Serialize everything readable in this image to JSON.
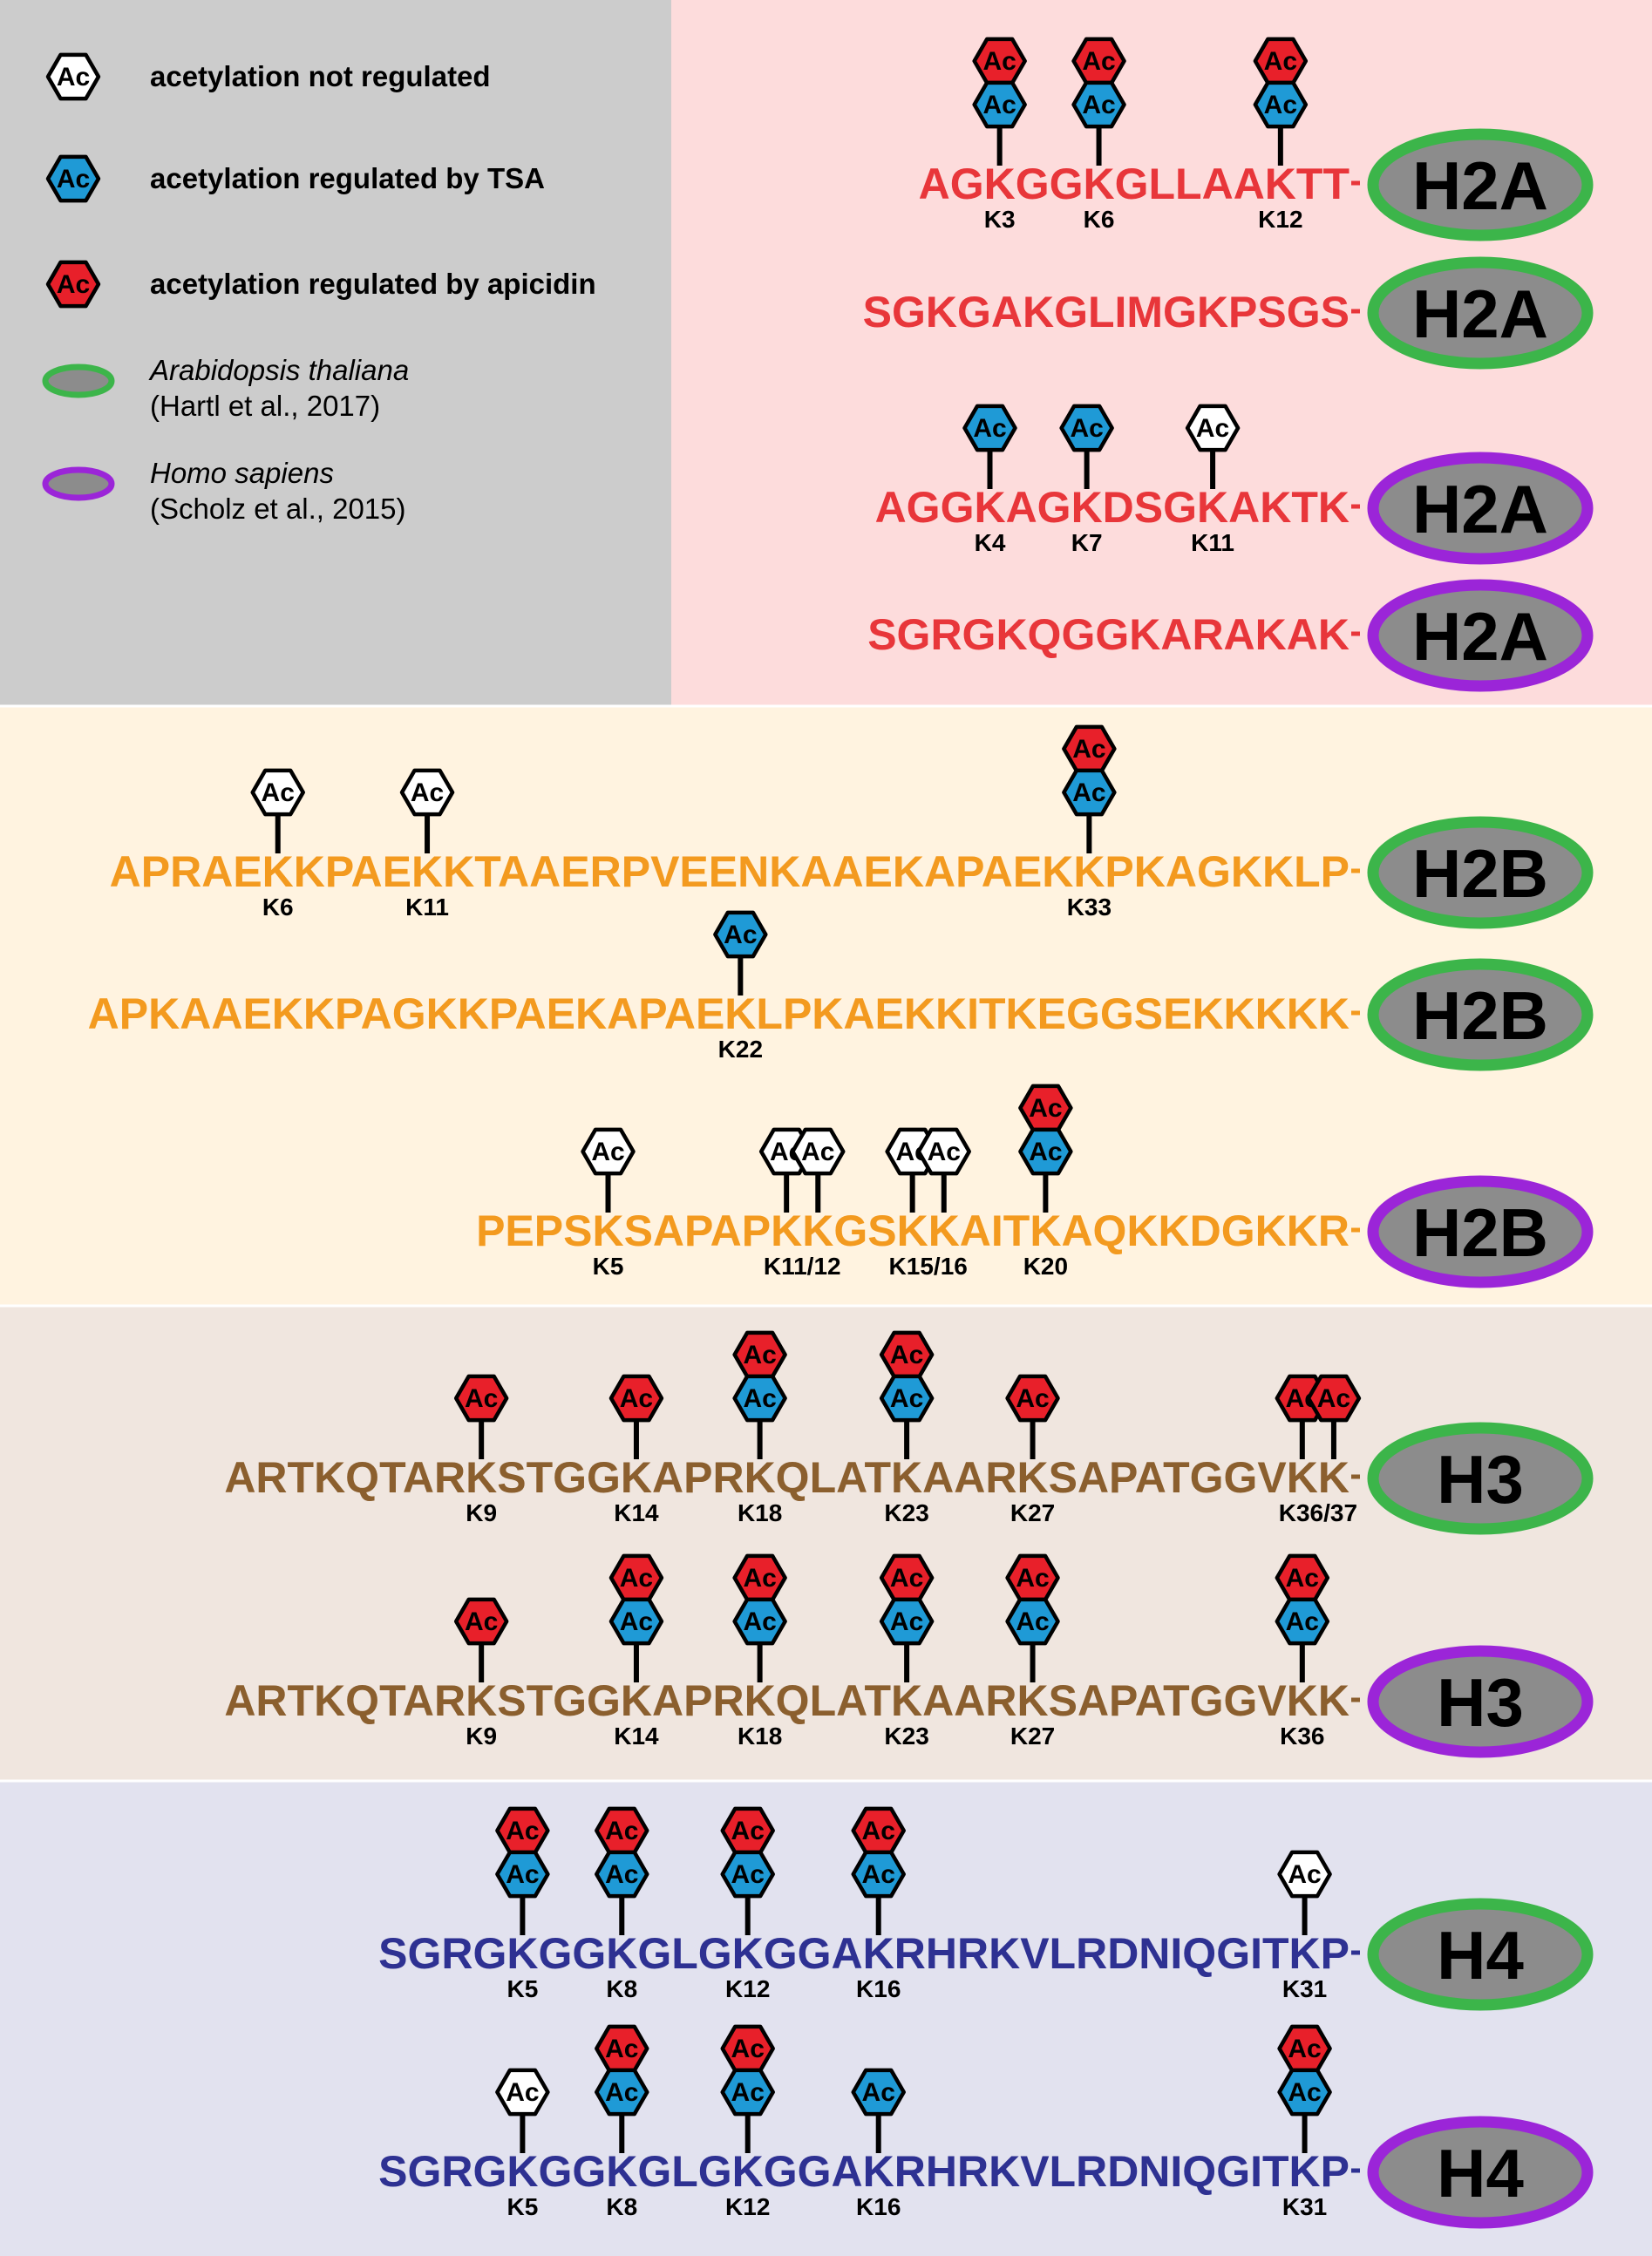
{
  "colors": {
    "not_regulated": "#ffffff",
    "tsa": "#1f9ad6",
    "apicidin": "#e8202a",
    "arabidopsis": "#3cb54a",
    "human": "#9b25d8",
    "oval_fill": "#8c8c8c",
    "h2a_text": "#e8363a",
    "h2b_text": "#f39a1f",
    "h3_text": "#8b5f2e",
    "h4_text": "#2e3192",
    "bg_legend": "#cccccc",
    "bg_h2a": "#fddcdc",
    "bg_h2b": "#fff3e0",
    "bg_h3": "#f0e6df",
    "bg_h4": "#e2e2ef"
  },
  "legend": {
    "ac_label": "Ac",
    "items": [
      {
        "marker": "white-hexagon",
        "label": "acetylation not regulated"
      },
      {
        "marker": "blue-hexagon",
        "label": "acetylation regulated by TSA"
      },
      {
        "marker": "red-hexagon",
        "label": "acetylation regulated by apicidin"
      },
      {
        "marker": "green-oval",
        "species": "Arabidopsis thaliana",
        "citation": "(Hartl et al., 2017)"
      },
      {
        "marker": "purple-oval",
        "species": "Homo sapiens",
        "citation": "(Scholz et al., 2015)"
      }
    ]
  },
  "rows": [
    {
      "histone": "H2A",
      "species": "Arabidopsis thaliana",
      "sequence": "AGKGGKGLLAAKTT",
      "sites": [
        {
          "label": "K3",
          "pos": 2,
          "marks": [
            "tsa",
            "apicidin"
          ]
        },
        {
          "label": "K6",
          "pos": 5,
          "marks": [
            "tsa",
            "apicidin"
          ]
        },
        {
          "label": "K12",
          "pos": 11,
          "marks": [
            "tsa",
            "apicidin"
          ]
        }
      ]
    },
    {
      "histone": "H2A",
      "species": "Arabidopsis thaliana",
      "sequence": "SGKGAKGLIMGKPSGS",
      "sites": []
    },
    {
      "histone": "H2A",
      "species": "Homo sapiens",
      "sequence": "AGGKAGKDSGKAKTK",
      "sites": [
        {
          "label": "K4",
          "pos": 3,
          "marks": [
            "tsa"
          ]
        },
        {
          "label": "K7",
          "pos": 6,
          "marks": [
            "tsa"
          ]
        },
        {
          "label": "K11",
          "pos": 10,
          "marks": [
            "not_regulated"
          ]
        }
      ]
    },
    {
      "histone": "H2A",
      "species": "Homo sapiens",
      "sequence": "SGRGKQGGKARAKAK",
      "sites": []
    },
    {
      "histone": "H2B",
      "species": "Arabidopsis thaliana",
      "sequence": "APRAEKKPAEKKTAAERPVEENKAAEKAPAEKKPKAGKKLP",
      "sites": [
        {
          "label": "K6",
          "pos": 5,
          "marks": [
            "not_regulated"
          ]
        },
        {
          "label": "K11",
          "pos": 10,
          "marks": [
            "not_regulated"
          ]
        },
        {
          "label": "K33",
          "pos": 32,
          "marks": [
            "tsa",
            "apicidin"
          ]
        }
      ]
    },
    {
      "histone": "H2B",
      "species": "Arabidopsis thaliana",
      "sequence": "APKAAEKKPAGKKPAEKAPAEKLPKAEKKITKEGGSEKKKKK",
      "sites": [
        {
          "label": "K22",
          "pos": 21,
          "marks": [
            "tsa"
          ]
        }
      ]
    },
    {
      "histone": "H2B",
      "species": "Homo sapiens",
      "sequence": "PEPSKSAPAPKKGSKKAITKAQKKDGKKR",
      "sites": [
        {
          "label": "K5",
          "pos": 4,
          "marks": [
            "not_regulated"
          ]
        },
        {
          "label": "K11/12",
          "pos": [
            10,
            11
          ],
          "marks": [
            "not_regulated"
          ]
        },
        {
          "label": "K15/16",
          "pos": [
            14,
            15
          ],
          "marks": [
            "not_regulated"
          ]
        },
        {
          "label": "K20",
          "pos": 19,
          "marks": [
            "tsa",
            "apicidin"
          ]
        }
      ]
    },
    {
      "histone": "H3",
      "species": "Arabidopsis thaliana",
      "sequence": "ARTKQTARKSTGGKAPRKQLATKAARKSAPATGGVKK",
      "sites": [
        {
          "label": "K9",
          "pos": 8,
          "marks": [
            "apicidin"
          ]
        },
        {
          "label": "K14",
          "pos": 13,
          "marks": [
            "apicidin"
          ]
        },
        {
          "label": "K18",
          "pos": 17,
          "marks": [
            "tsa",
            "apicidin"
          ]
        },
        {
          "label": "K23",
          "pos": 22,
          "marks": [
            "tsa",
            "apicidin"
          ]
        },
        {
          "label": "K27",
          "pos": 26,
          "marks": [
            "apicidin"
          ]
        },
        {
          "label": "K36/37",
          "pos": [
            35,
            36
          ],
          "marks": [
            "apicidin"
          ]
        }
      ]
    },
    {
      "histone": "H3",
      "species": "Homo sapiens",
      "sequence": "ARTKQTARKSTGGKAPRKQLATKAARKSAPATGGVKK",
      "sites": [
        {
          "label": "K9",
          "pos": 8,
          "marks": [
            "apicidin"
          ]
        },
        {
          "label": "K14",
          "pos": 13,
          "marks": [
            "tsa",
            "apicidin"
          ]
        },
        {
          "label": "K18",
          "pos": 17,
          "marks": [
            "tsa",
            "apicidin"
          ]
        },
        {
          "label": "K23",
          "pos": 22,
          "marks": [
            "tsa",
            "apicidin"
          ]
        },
        {
          "label": "K27",
          "pos": 26,
          "marks": [
            "tsa",
            "apicidin"
          ]
        },
        {
          "label": "K36",
          "pos": 35,
          "marks": [
            "tsa",
            "apicidin"
          ]
        }
      ]
    },
    {
      "histone": "H4",
      "species": "Arabidopsis thaliana",
      "sequence": "SGRGKGGKGLGKGGAKRHRKVLRDNIQGITKP",
      "sites": [
        {
          "label": "K5",
          "pos": 4,
          "marks": [
            "tsa",
            "apicidin"
          ]
        },
        {
          "label": "K8",
          "pos": 7,
          "marks": [
            "tsa",
            "apicidin"
          ]
        },
        {
          "label": "K12",
          "pos": 11,
          "marks": [
            "tsa",
            "apicidin"
          ]
        },
        {
          "label": "K16",
          "pos": 15,
          "marks": [
            "tsa",
            "apicidin"
          ]
        },
        {
          "label": "K31",
          "pos": 30,
          "marks": [
            "not_regulated"
          ]
        }
      ]
    },
    {
      "histone": "H4",
      "species": "Homo sapiens",
      "sequence": "SGRGKGGKGLGKGGAKRHRKVLRDNIQGITKP",
      "sites": [
        {
          "label": "K5",
          "pos": 4,
          "marks": [
            "not_regulated"
          ]
        },
        {
          "label": "K8",
          "pos": 7,
          "marks": [
            "tsa",
            "apicidin"
          ]
        },
        {
          "label": "K12",
          "pos": 11,
          "marks": [
            "tsa",
            "apicidin"
          ]
        },
        {
          "label": "K16",
          "pos": 15,
          "marks": [
            "tsa"
          ]
        },
        {
          "label": "K31",
          "pos": 30,
          "marks": [
            "tsa",
            "apicidin"
          ]
        }
      ]
    }
  ]
}
